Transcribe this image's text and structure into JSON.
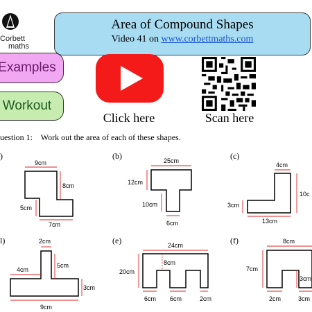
{
  "logo": {
    "line1": "Corbett",
    "line2": "maths"
  },
  "header": {
    "title": "Area of Compound Shapes",
    "subtitle_prefix": "Video 41 on ",
    "subtitle_link": "www.corbettmaths.com"
  },
  "buttons": {
    "examples": "Examples",
    "workout": "Workout"
  },
  "video": {
    "caption": "Click here"
  },
  "qr": {
    "caption": "Scan here"
  },
  "question": {
    "text": "uestion 1:    Work out the area of each of these shapes."
  },
  "parts": [
    {
      "label": ")",
      "dims": [
        "9cm",
        "8cm",
        "5cm",
        "7cm"
      ]
    },
    {
      "label": "(b)",
      "dims": [
        "25cm",
        "12cm",
        "10cm",
        "6cm"
      ]
    },
    {
      "label": "(c)",
      "dims": [
        "4cm",
        "10c",
        "3cm",
        "13cm"
      ]
    },
    {
      "label": "l)",
      "dims": [
        "2cm",
        "4cm",
        "5cm",
        "3cm",
        "9cm"
      ]
    },
    {
      "label": "(e)",
      "dims": [
        "24cm",
        "8cm",
        "20cm",
        "6cm",
        "6cm",
        "2cm"
      ]
    },
    {
      "label": "(f)",
      "dims": [
        "8cm",
        "7cm",
        "3cm",
        "2cm",
        "3cm"
      ]
    }
  ]
}
